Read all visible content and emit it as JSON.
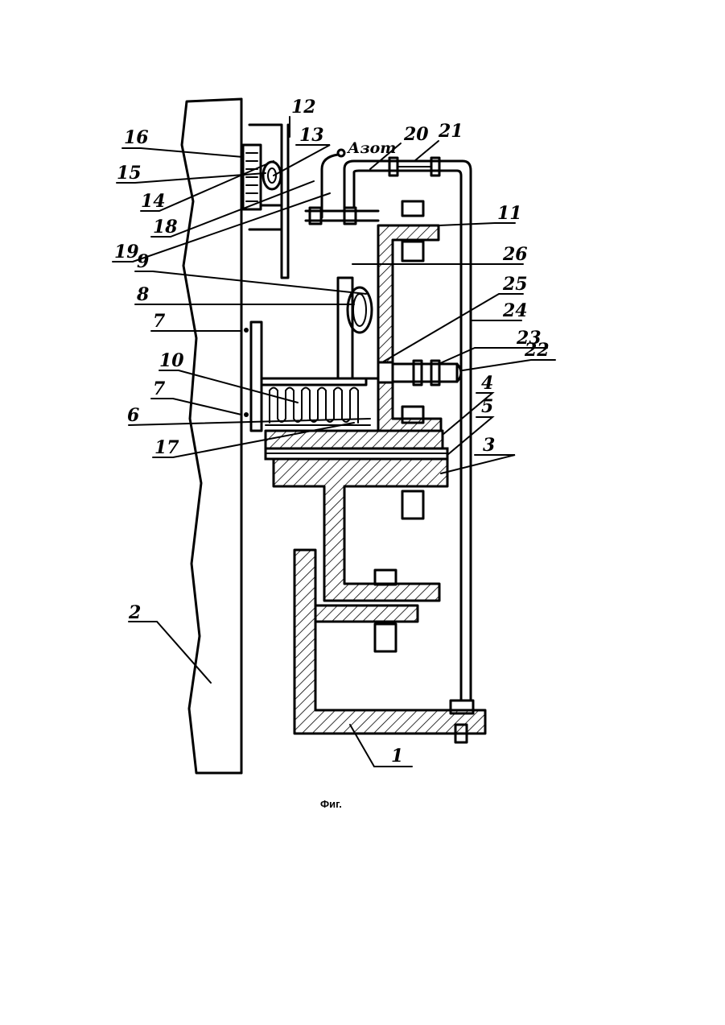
{
  "figure": {
    "caption": "Фиг.",
    "gas_label": "Азот",
    "labels": [
      "1",
      "2",
      "3",
      "4",
      "5",
      "6",
      "7",
      "7",
      "8",
      "9",
      "10",
      "11",
      "12",
      "13",
      "14",
      "15",
      "16",
      "17",
      "18",
      "19",
      "20",
      "21",
      "22",
      "23",
      "24",
      "25",
      "26"
    ]
  }
}
